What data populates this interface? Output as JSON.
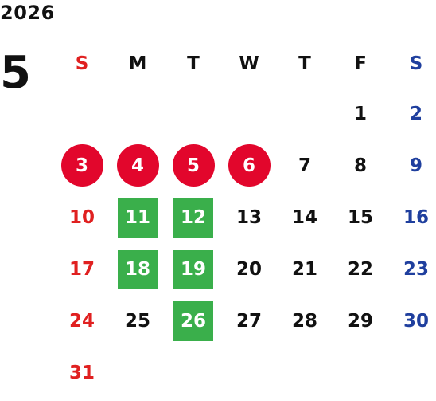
{
  "year": "2026",
  "month": "5",
  "weekdays": [
    "S",
    "M",
    "T",
    "W",
    "T",
    "F",
    "S"
  ],
  "weeks": [
    [
      "",
      "",
      "",
      "",
      "",
      "1",
      "2"
    ],
    [
      "3",
      "4",
      "5",
      "6",
      "7",
      "8",
      "9"
    ],
    [
      "10",
      "11",
      "12",
      "13",
      "14",
      "15",
      "16"
    ],
    [
      "17",
      "18",
      "19",
      "20",
      "21",
      "22",
      "23"
    ],
    [
      "24",
      "25",
      "26",
      "27",
      "28",
      "29",
      "30"
    ],
    [
      "31",
      "",
      "",
      "",
      "",
      "",
      ""
    ]
  ],
  "holidays": [
    "3",
    "4",
    "5",
    "6"
  ],
  "marked_days": [
    "11",
    "12",
    "18",
    "19",
    "26"
  ],
  "colors": {
    "sunday": "#e02020",
    "saturday": "#1f3f9e",
    "holiday_circle": "#e2062c",
    "marked_square": "#3aaf4b",
    "text": "#111111"
  }
}
